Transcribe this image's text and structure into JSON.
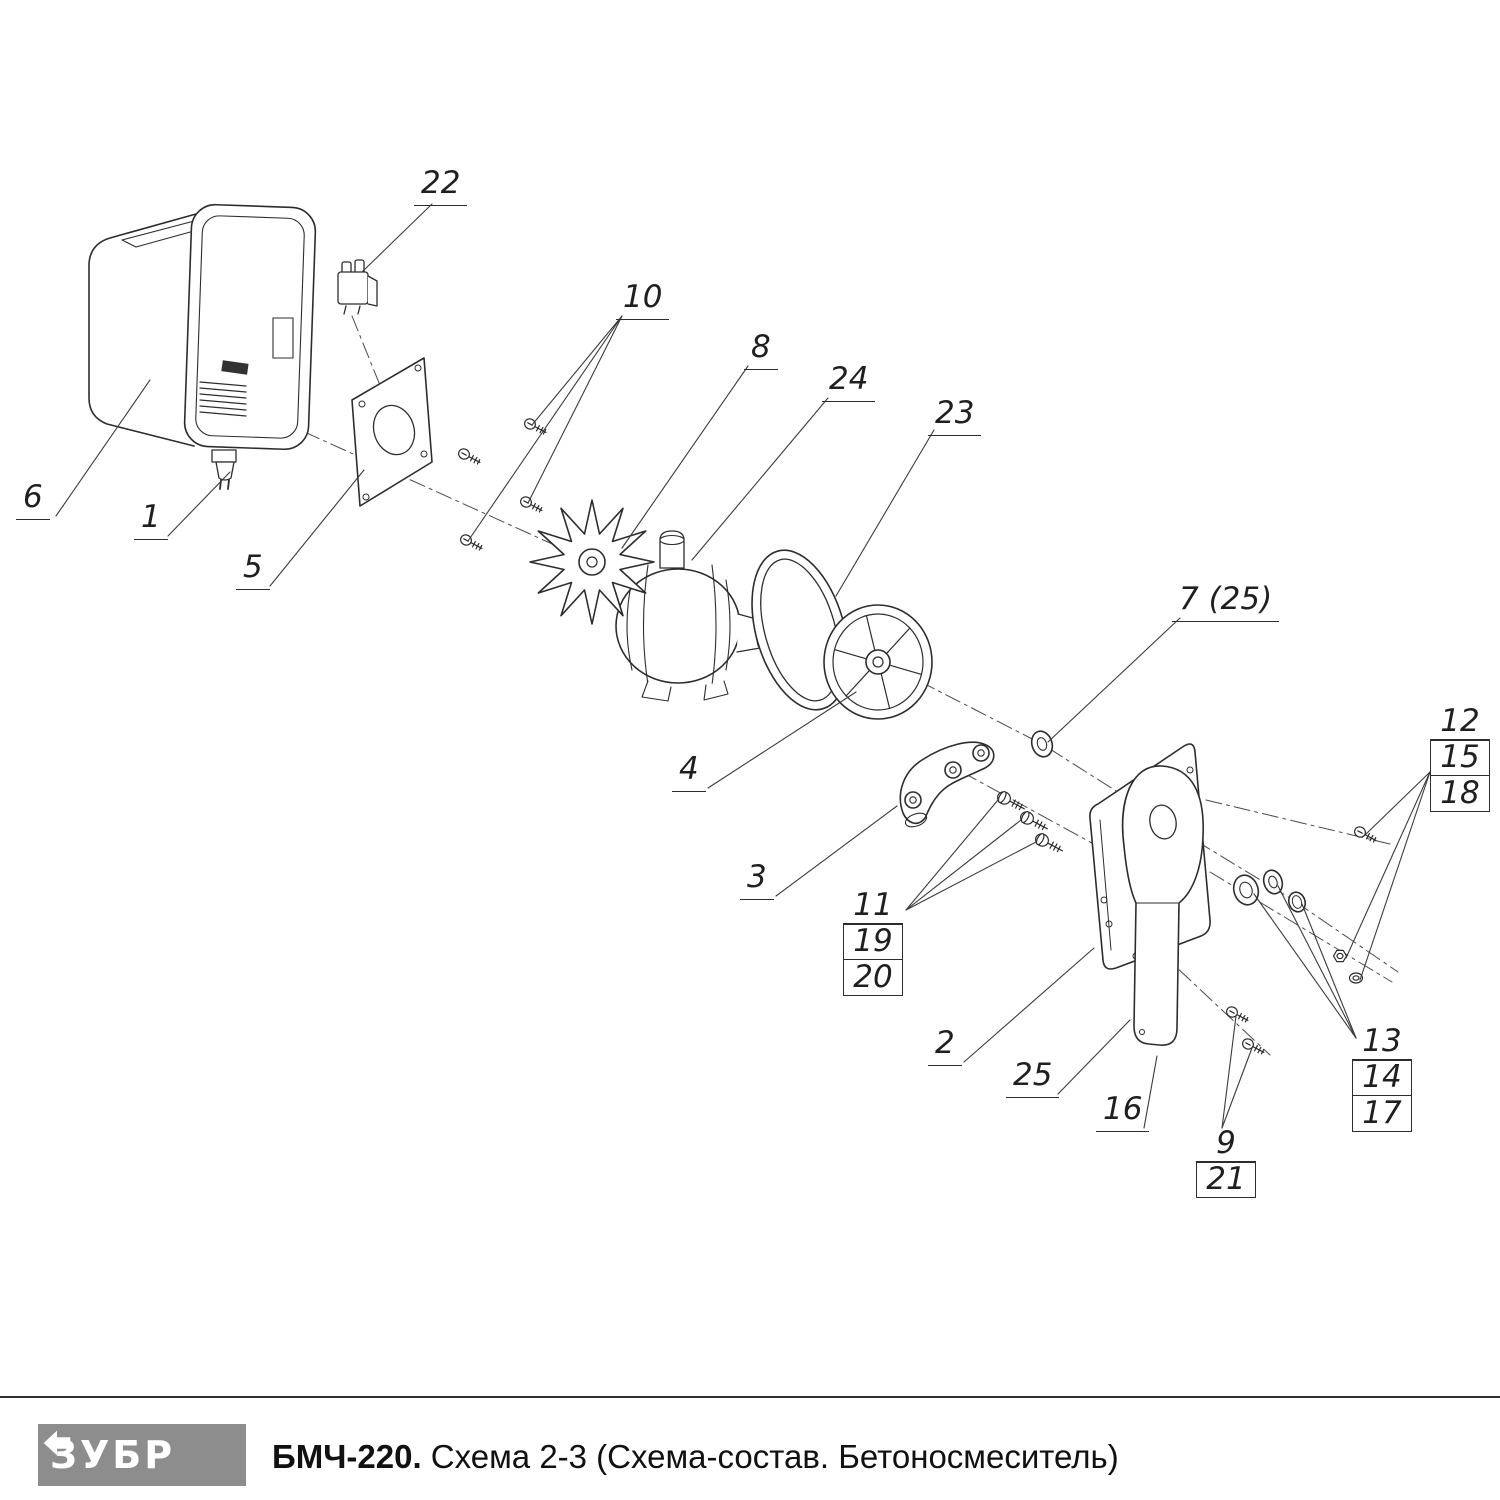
{
  "callouts": {
    "c1": "1",
    "c2": "2",
    "c3": "3",
    "c4": "4",
    "c5": "5",
    "c6": "6",
    "c7_25": "7 (25)",
    "c8": "8",
    "c9": "9",
    "c10": "10",
    "c11": "11",
    "c12": "12",
    "c13": "13",
    "c14": "14",
    "c15": "15",
    "c16": "16",
    "c17": "17",
    "c18": "18",
    "c19": "19",
    "c20": "20",
    "c21": "21",
    "c22": "22",
    "c23": "23",
    "c24": "24",
    "c25": "25"
  },
  "footer": {
    "brand": "ЗУБР",
    "model": "БМЧ-220.",
    "subtitle": "Схема 2-3 (Схема-состав. Бетоносмеситель)"
  },
  "colors": {
    "line": "#2d2d2d",
    "logo_background": "#8d8d8d",
    "logo_text": "#ffffff"
  }
}
